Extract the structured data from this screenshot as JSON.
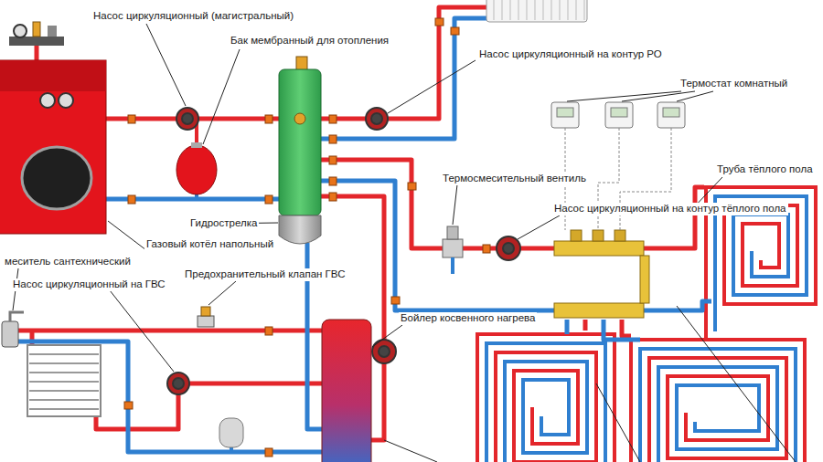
{
  "diagram": {
    "labels": [
      "Насос циркуляционный (магистральный)",
      "Бак мембранный для отопления",
      "Насос циркуляционный на контур РО",
      "Термостат комнатный",
      "Труба тёплого пола",
      "Термосмесительный вентиль",
      "Насос циркуляционный на контур тёплого пола",
      "Гидрострелка",
      "Газовый котёл напольный",
      "меситель сантехнический",
      "Предохранительный клапан ГВС",
      "Насос циркуляционный на ГВС",
      "Бойлер косвенного нагрева"
    ]
  }
}
